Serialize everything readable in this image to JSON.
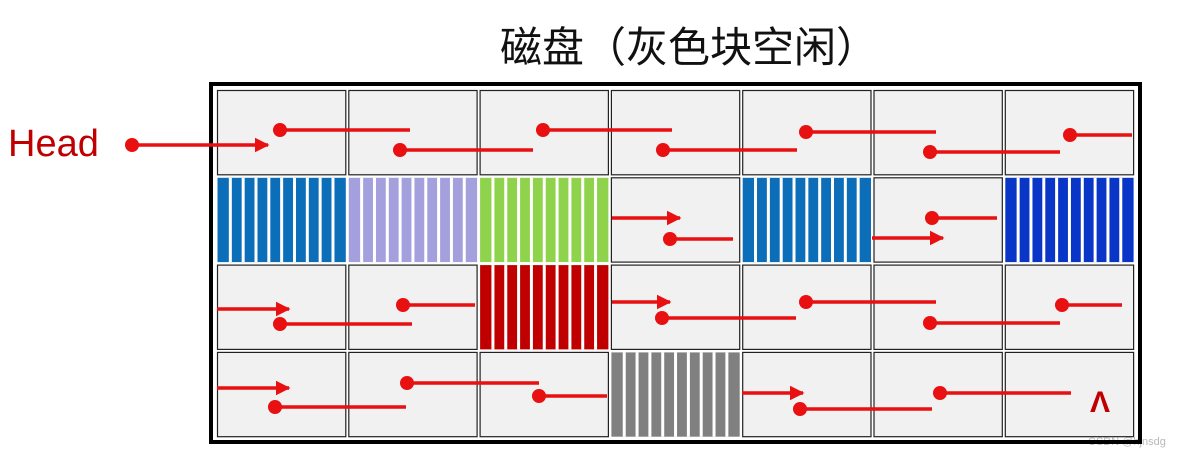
{
  "title": "磁盘（灰色块空闲）",
  "head_label": "Head",
  "tail_symbol": "Λ",
  "watermark": "CSDN @hjnsdg",
  "colors": {
    "arrow": "#e81010",
    "free_block": "#f1f1f1",
    "grid_border": "#222222",
    "outer_border": "#000000"
  },
  "grid": {
    "rows": 4,
    "cols": 7,
    "cells": [
      [
        "free",
        "free",
        "free",
        "free",
        "free",
        "free",
        "free"
      ],
      [
        "used",
        "used",
        "used",
        "free",
        "used",
        "free",
        "used"
      ],
      [
        "free",
        "free",
        "used",
        "free",
        "free",
        "free",
        "free"
      ],
      [
        "free",
        "free",
        "free",
        "used",
        "free",
        "free",
        "free"
      ]
    ],
    "used_colors": [
      [
        null,
        null,
        null,
        null,
        null,
        null,
        null
      ],
      [
        "#0c6db8",
        "#a3a0dd",
        "#8fd24b",
        null,
        "#0c6db8",
        null,
        "#0a36c8"
      ],
      [
        null,
        null,
        "#c00000",
        null,
        null,
        null,
        null
      ],
      [
        null,
        null,
        null,
        "#808080",
        null,
        null,
        null
      ]
    ]
  }
}
